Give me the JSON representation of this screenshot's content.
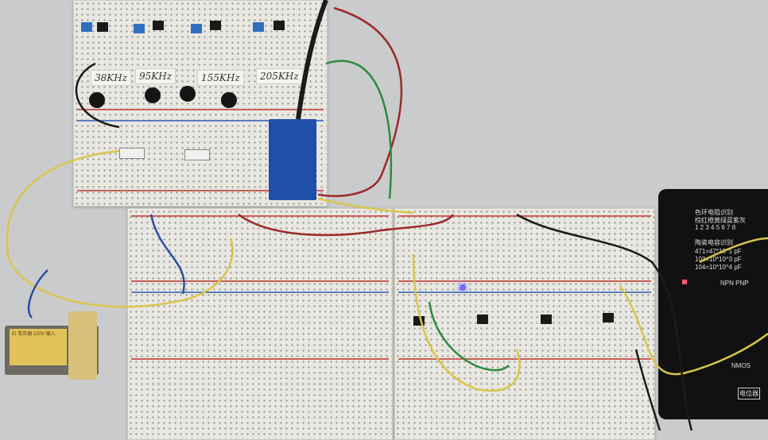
{
  "scene": {
    "frequency_labels": [
      "38KHz",
      "95KHz",
      "155KHz",
      "205KHz"
    ],
    "tester_text": {
      "title1": "色环电阻识别",
      "title2": "棕红橙黄绿蓝紫灰",
      "digits": "1 2 3 4 5 6 7 8",
      "cap_title": "陶瓷电容识别",
      "cap1": "471=47*10^1 pF",
      "cap2": "103=10*10^3 pF",
      "cap3": "104=10*10^4 pF",
      "npn": "NPN  PNP",
      "mos": "NMOS",
      "pot": "电位器"
    },
    "transformer_label": "EI 变压器 220V 输入"
  }
}
